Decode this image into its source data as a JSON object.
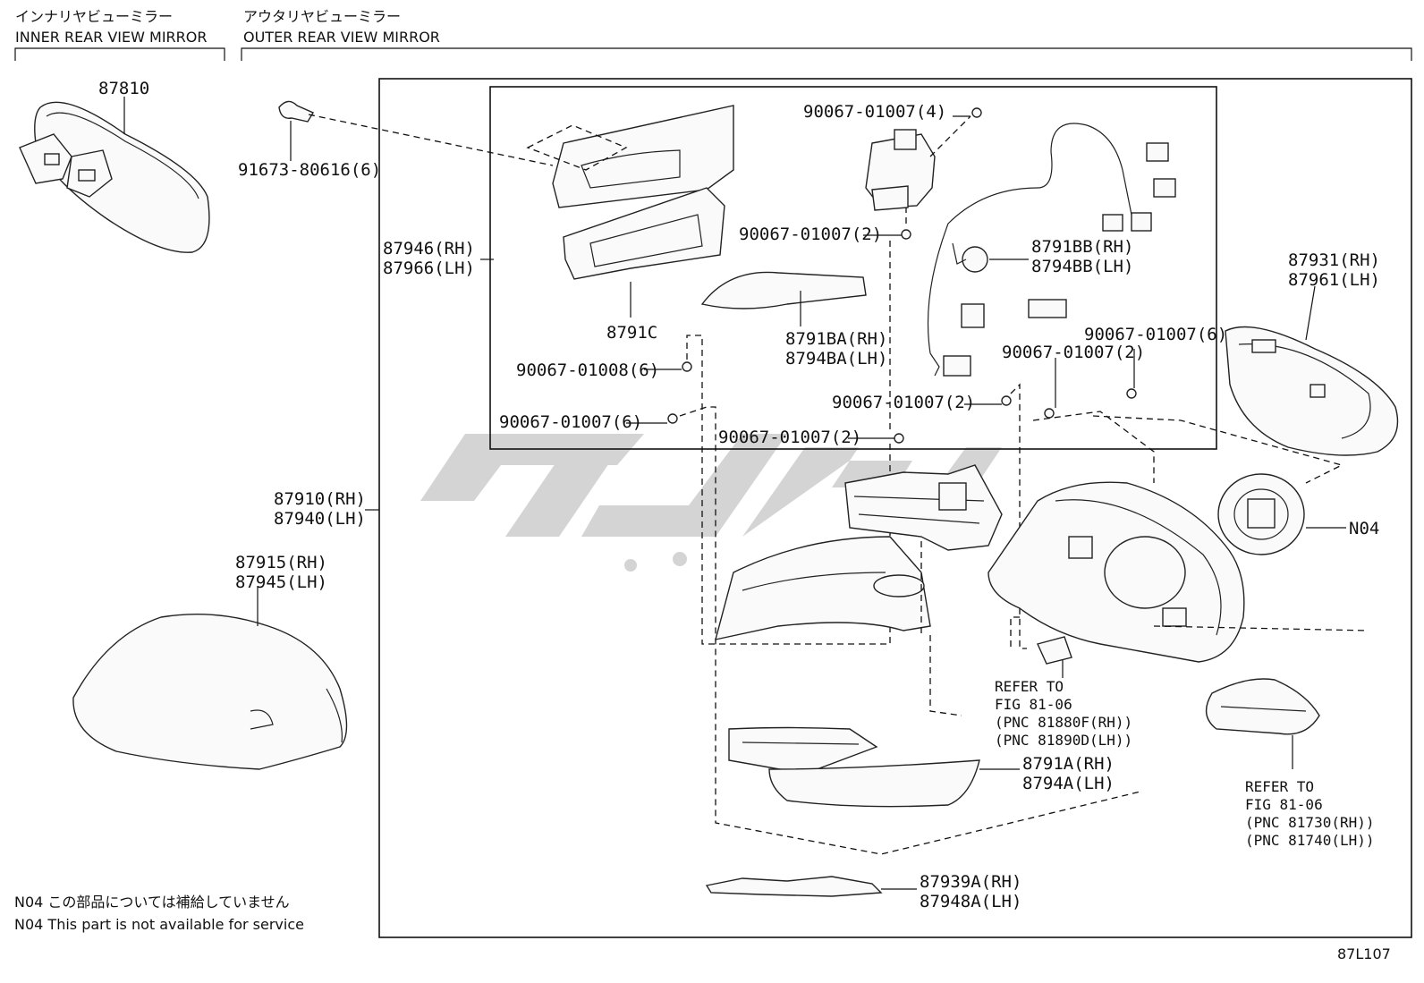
{
  "header": {
    "inner_jp": "インナリヤビューミラー",
    "inner_en": "INNER REAR VIEW MIRROR",
    "outer_jp": "アウタリヤビューミラー",
    "outer_en": "OUTER REAR VIEW MIRROR"
  },
  "labels": {
    "p87810": "87810",
    "p91673": "91673-80616(6)",
    "p87946": "87946(RH)",
    "p87966": "87966(LH)",
    "p8791C": "8791C",
    "p90067_4": "90067-01007(4)",
    "p90067_2a": "90067-01007(2)",
    "p8791BB": "8791BB(RH)",
    "p8794BB": "8794BB(LH)",
    "p8791BA": "8791BA(RH)",
    "p8794BA": "8794BA(LH)",
    "p90067_08": "90067-01008(6)",
    "p90067_6a": "90067-01007(6)",
    "p90067_6b": "90067-01007(6)",
    "p90067_2b": "90067-01007(2)",
    "p90067_2c": "90067-01007(2)",
    "p90067_2d": "90067-01007(2)",
    "p87931": "87931(RH)",
    "p87961": "87961(LH)",
    "p87910": "87910(RH)",
    "p87940": "87940(LH)",
    "p87915": "87915(RH)",
    "p87945": "87945(LH)",
    "pN04": "N04",
    "ref1_a": "REFER TO",
    "ref1_b": "FIG 81-06",
    "ref1_c": "(PNC 81880F(RH))",
    "ref1_d": "(PNC 81890D(LH))",
    "p8791A": "8791A(RH)",
    "p8794A": "8794A(LH)",
    "ref2_a": "REFER TO",
    "ref2_b": "FIG 81-06",
    "ref2_c": "(PNC 81730(RH))",
    "ref2_d": "(PNC 81740(LH))",
    "p87939A": "87939A(RH)",
    "p87948A": "87948A(LH)"
  },
  "notes": {
    "jp": "N04 この部品については補給していません",
    "en": "N04 This part is not available for service"
  },
  "figure_code": "87L107",
  "watermark_color": "#d4d4d4"
}
